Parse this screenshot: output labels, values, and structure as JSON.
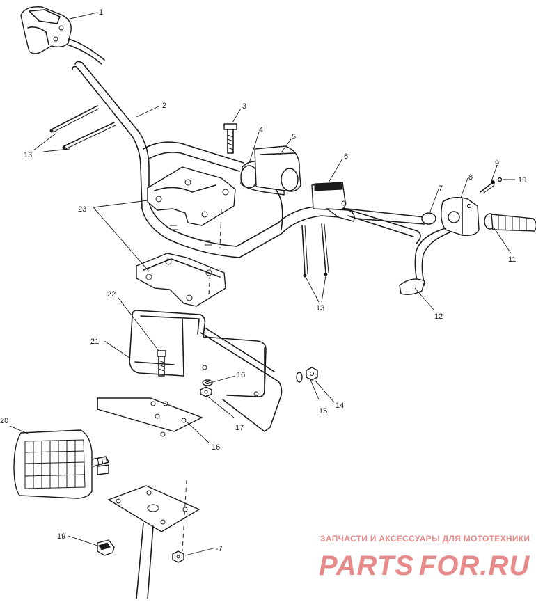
{
  "callouts": [
    "1",
    "2",
    "3",
    "4",
    "5",
    "6",
    "7",
    "8",
    "9",
    "10",
    "11",
    "12",
    "13",
    "13",
    "14",
    "15",
    "16",
    "16",
    "17",
    "19",
    "20",
    "21",
    "22",
    "23",
    "-7"
  ],
  "watermark": {
    "top_text": "ЗАПЧАСТИ И АКСЕССУАРЫ ДЛЯ МОТОТЕХНИКИ",
    "logo_left": "PARTS",
    "logo_right": "FOR.RU",
    "color": "#e78a8a"
  }
}
